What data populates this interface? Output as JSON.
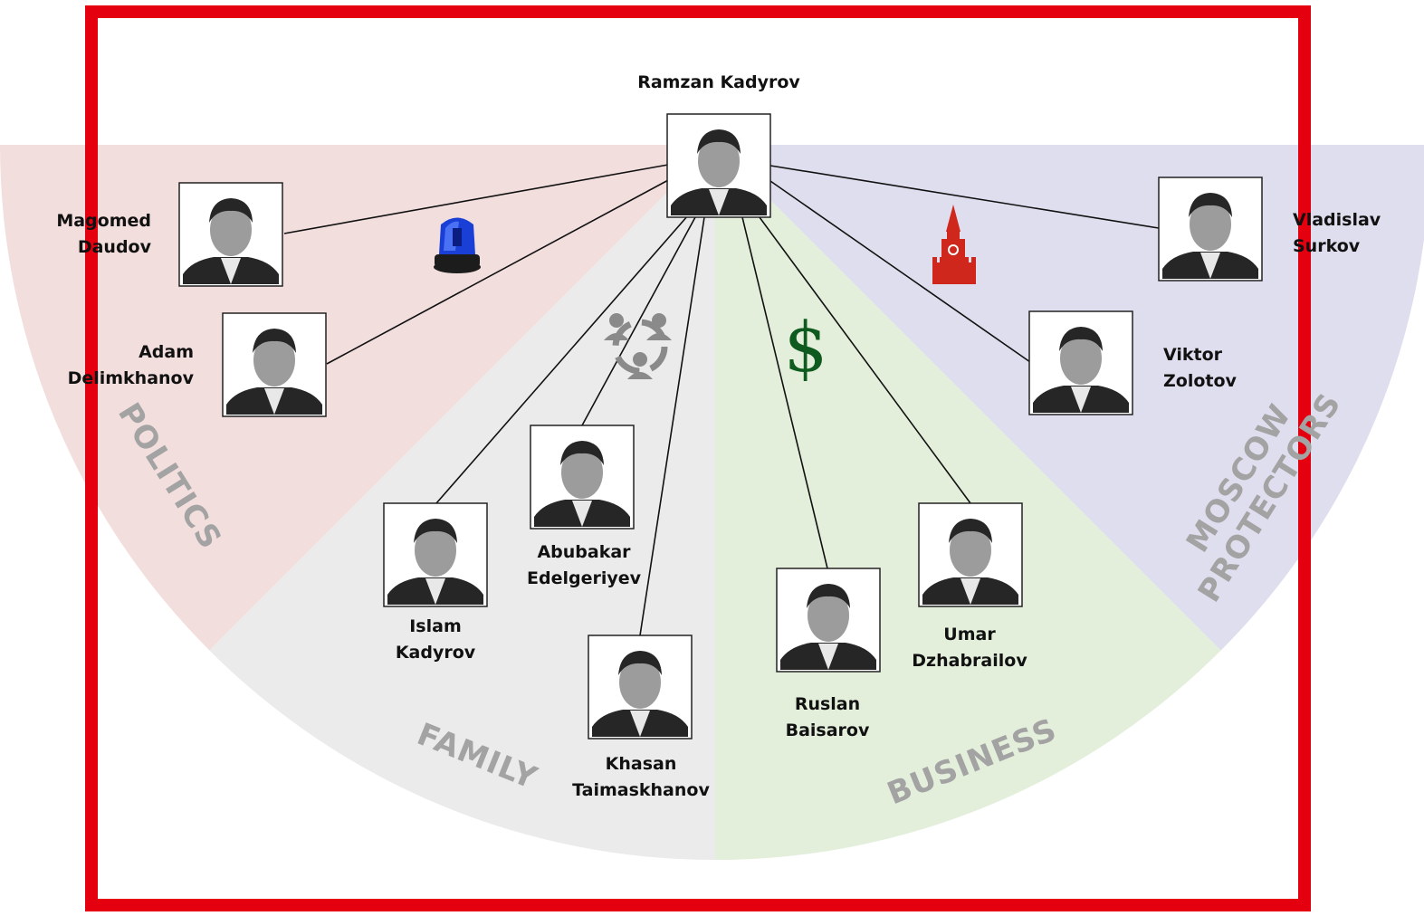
{
  "colors": {
    "frame": "#e4000f",
    "politics": "#f2dedd",
    "family": "#ebebeb",
    "business": "#e3efdb",
    "moscow": "#dfdeee",
    "label": "#a3a3a3",
    "dollar": "#0f5a1e",
    "kremlin": "#d0271c",
    "siren": "#1a3fd6"
  },
  "center": {
    "name": "Ramzan Kadyrov"
  },
  "sectors": {
    "politics": "POLITICS",
    "family": "FAMILY",
    "business": "BUSINESS",
    "moscow_line1": "MOSCOW",
    "moscow_line2": "PROTECTORS"
  },
  "icons": {
    "politics": "police-siren-icon",
    "family": "people-network-icon",
    "business": "dollar-sign-icon",
    "moscow": "kremlin-tower-icon",
    "dollar_glyph": "$"
  },
  "people": {
    "daudov": {
      "line1": "Magomed",
      "line2": "Daudov"
    },
    "delimkhanov": {
      "line1": "Adam",
      "line2": "Delimkhanov"
    },
    "islam": {
      "line1": "Islam",
      "line2": "Kadyrov"
    },
    "edelgeriyev": {
      "line1": "Abubakar",
      "line2": "Edelgeriyev"
    },
    "taimaskhanov": {
      "line1": "Khasan",
      "line2": "Taimaskhanov"
    },
    "baisarov": {
      "line1": "Ruslan",
      "line2": "Baisarov"
    },
    "dzhabrailov": {
      "line1": "Umar",
      "line2": "Dzhabrailov"
    },
    "zolotov": {
      "line1": "Viktor",
      "line2": "Zolotov"
    },
    "surkov": {
      "line1": "Vladislav",
      "line2": "Surkov"
    }
  }
}
